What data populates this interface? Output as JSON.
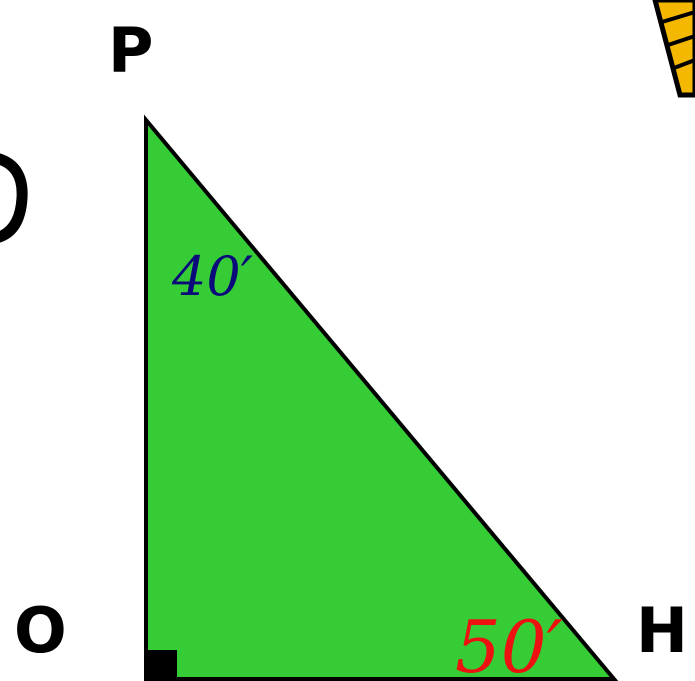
{
  "diagram": {
    "vertices": {
      "top": "P",
      "bottom_left": "O",
      "bottom_right": "H"
    },
    "angles": {
      "at_P": {
        "label": "40′",
        "color": "#0a0a7a"
      },
      "at_H": {
        "label": "50′",
        "color": "#ee1111"
      }
    },
    "right_angle_at": "O",
    "colors": {
      "triangle_fill": "#35cc35",
      "stroke": "#000000",
      "corner_decoration": "#f5b800",
      "background": "#ffffff"
    }
  }
}
